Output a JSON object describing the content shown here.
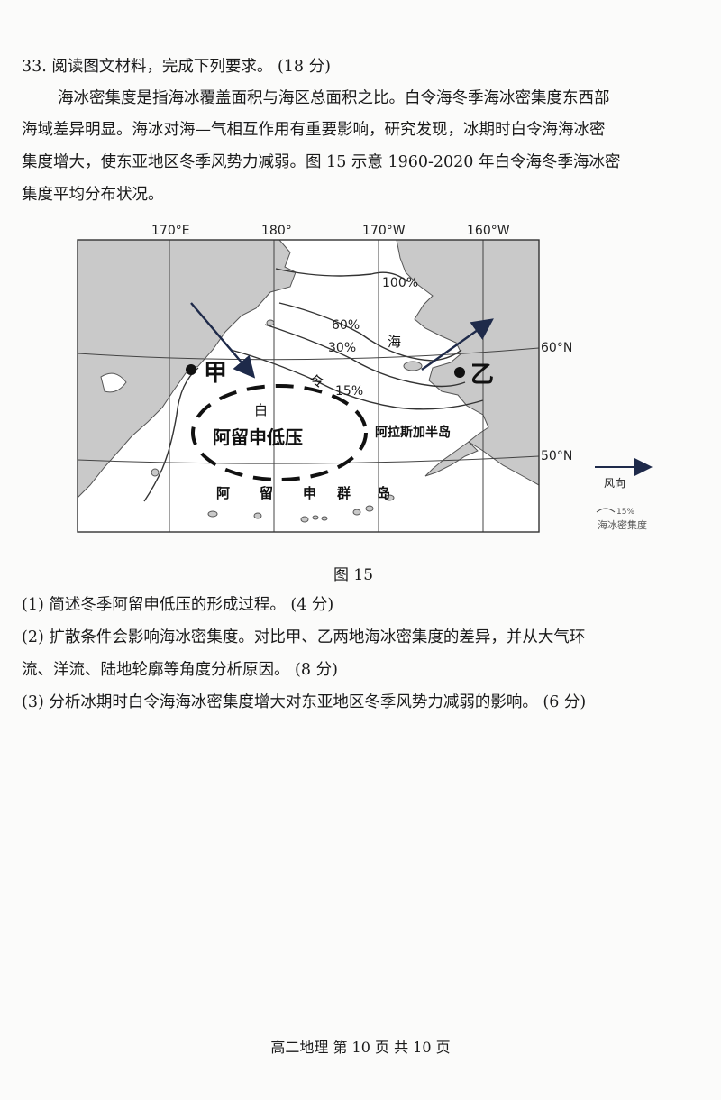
{
  "question": {
    "header": "33. 阅读图文材料，完成下列要求。 (18 分)",
    "paragraph_lines": [
      "海冰密集度是指海冰覆盖面积与海区总面积之比。白令海冬季海冰密集度东西部",
      "海域差异明显。海冰对海—气相互作用有重要影响，研究发现，冰期时白令海海冰密",
      "集度增大，使东亚地区冬季风势力减弱。图 15 示意 1960-2020 年白令海冬季海冰密",
      "集度平均分布状况。"
    ],
    "sub_questions": [
      "(1) 简述冬季阿留申低压的形成过程。 (4 分)",
      "(2) 扩散条件会影响海冰密集度。对比甲、乙两地海冰密集度的差异，并从大气环",
      "流、洋流、陆地轮廓等角度分析原因。 (8 分)",
      "(3) 分析冰期时白令海海冰密集度增大对东亚地区冬季风势力减弱的影响。 (6 分)"
    ]
  },
  "figure": {
    "caption": "图 15",
    "longitudes": [
      "170°E",
      "180°",
      "170°W",
      "160°W"
    ],
    "latitudes": [
      "60°N",
      "50°N"
    ],
    "isolines": [
      "100%",
      "60%",
      "30%",
      "15%"
    ],
    "place_labels": {
      "jia": "甲",
      "yi": "乙",
      "sea_char1": "白",
      "sea_char2": "令",
      "sea_char3": "海",
      "low": "阿留申低压",
      "peninsula": "阿拉斯加半岛",
      "islands": [
        "阿",
        "留",
        "申",
        "群",
        "岛"
      ]
    },
    "legend": {
      "wind": "风向",
      "isoline_value": "15%",
      "isoline_label": "海冰密集度"
    },
    "colors": {
      "land": "#c9c9c9",
      "sea": "#ffffff",
      "line": "#333333"
    }
  },
  "footer": "高二地理 第 10 页 共 10 页"
}
